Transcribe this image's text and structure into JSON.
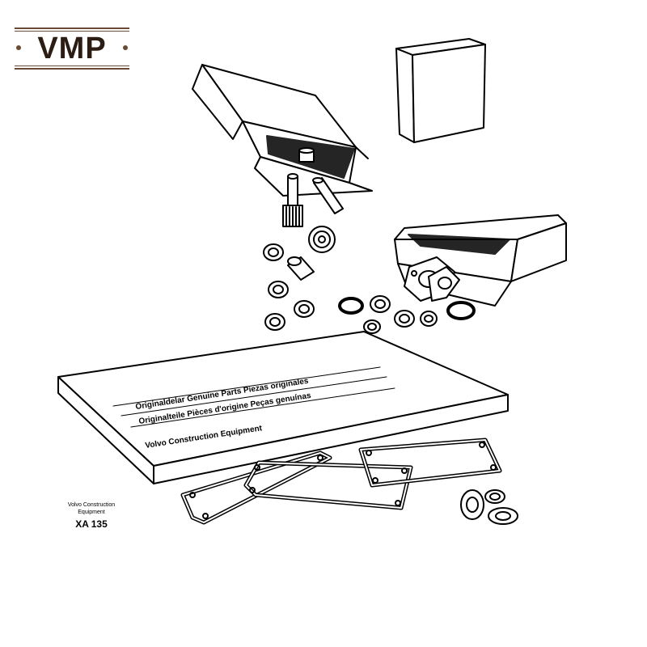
{
  "logo": {
    "text": "VMP"
  },
  "book": {
    "line1": "Originaldelar Genuine Parts Piezas originales",
    "line2": "Originalteile Pièces d'origine Peças genuínas",
    "line3": "Volvo Construction Equipment"
  },
  "caption": {
    "company_line1": "Volvo Construction",
    "company_line2": "Equipment",
    "code": "XA 135"
  },
  "colors": {
    "logo_text": "#2b1d14",
    "logo_rule": "#6b4a35",
    "line": "#000000"
  }
}
